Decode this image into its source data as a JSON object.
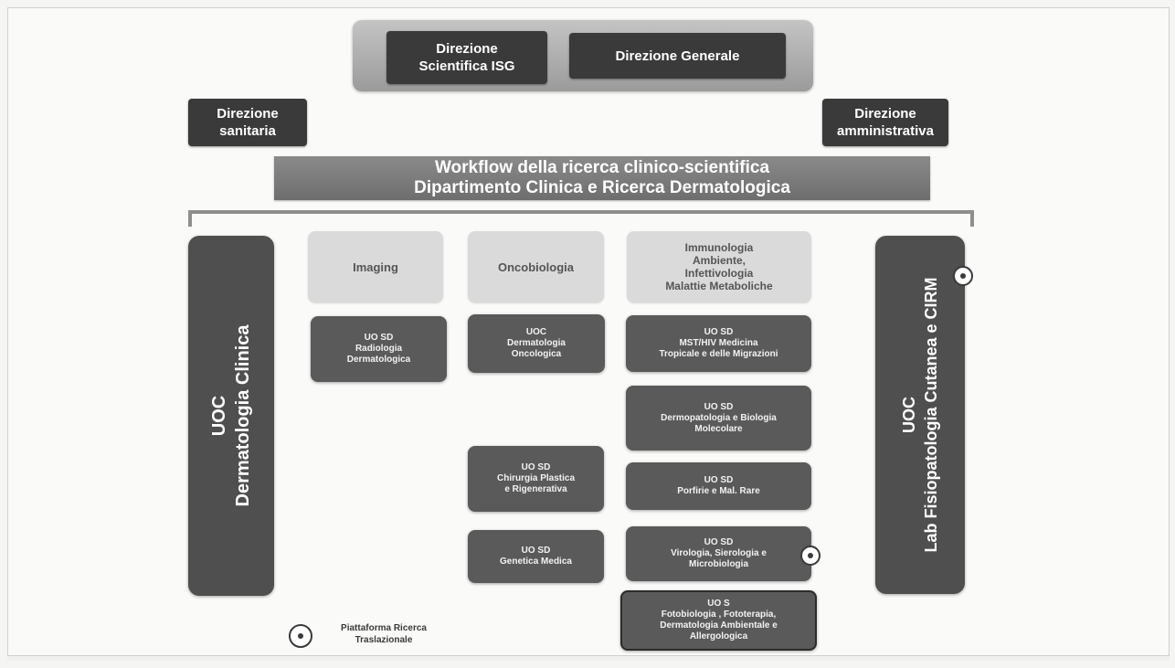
{
  "governance": {
    "direzione_scientifica": [
      "Direzione",
      "Scientifica ISG"
    ],
    "direzione_generale": "Direzione Generale",
    "direzione_sanitaria": [
      "Direzione",
      "sanitaria"
    ],
    "direzione_amministrativa": [
      "Direzione",
      "amministrativa"
    ]
  },
  "workflow": {
    "line1": "Workflow della ricerca clinico-scientifica",
    "line2": "Dipartimento Clinica e Ricerca Dermatologica"
  },
  "side_left": {
    "line1": "UOC",
    "line2": "Dermatologia Clinica"
  },
  "side_right": {
    "line1": "UOC",
    "line2": "Lab Fisiopatologia Cutanea e CIRM"
  },
  "departments": {
    "imaging": "Imaging",
    "oncobiologia": "Oncobiologia",
    "immunologia": [
      "Immunologia",
      "Ambiente,",
      "Infettivologia",
      "Malattie Metaboliche"
    ]
  },
  "units": {
    "radiologia": [
      "UO SD",
      "Radiologia",
      "Dermatologica"
    ],
    "dermatologia_oncologica": [
      "UOC",
      "Dermatologia",
      "Oncologica"
    ],
    "chirurgia_plastica": [
      "UO SD",
      "Chirurgia Plastica",
      "e Rigenerativa"
    ],
    "genetica_medica": [
      "UO SD",
      "Genetica Medica"
    ],
    "mst_hiv": [
      "UO SD",
      "MST/HIV Medicina",
      "Tropicale e delle Migrazioni"
    ],
    "dermopatologia": [
      "UO SD",
      "Dermopatologia e Biologia",
      "Molecolare"
    ],
    "porfirie": [
      "UO SD",
      "Porfirie e Mal. Rare"
    ],
    "virologia": [
      "UO SD",
      "Virologia, Sierologia e",
      "Microbiologia"
    ],
    "fotobiologia": [
      "UO S",
      "Fotobiologia , Fototerapia,",
      "Dermatologia Ambientale e",
      "Allergologica"
    ]
  },
  "legend": {
    "label": [
      "Piattaforma Ricerca",
      "Traslazionale"
    ]
  },
  "colors": {
    "dark_box": "#3a3a3a",
    "unit_box": "#5a5a5a",
    "dept_box": "#dadada",
    "workflow_banner": "#7c7c7c",
    "side_bar": "#4f4f4f"
  }
}
